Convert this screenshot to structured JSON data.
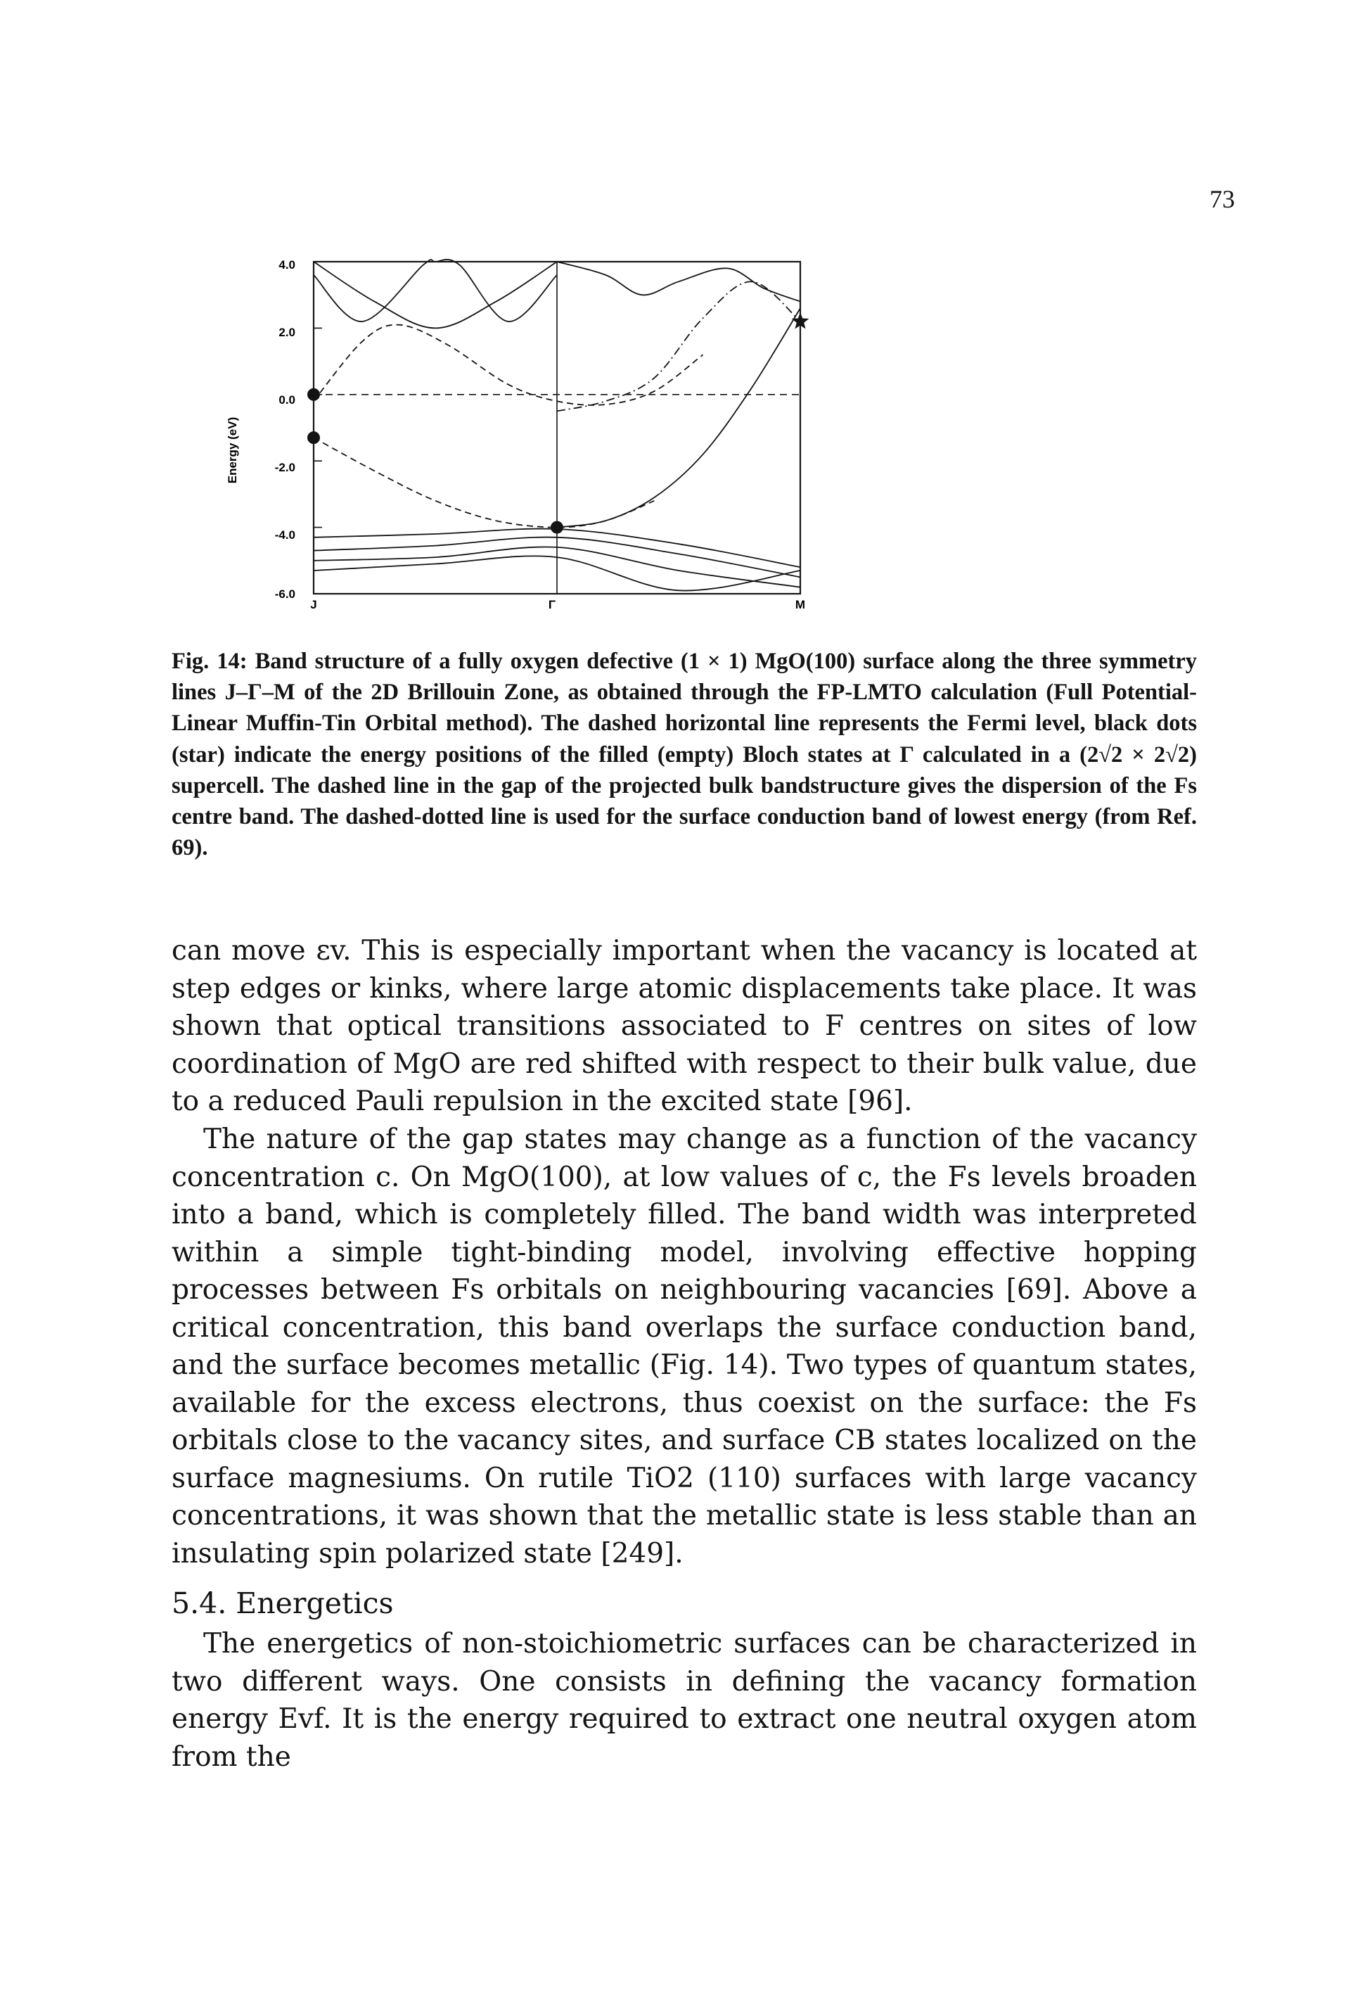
{
  "page_number": "73",
  "figure": {
    "ylabel": "Energy (eV)",
    "y_ticks": [
      "4.0",
      "2.0",
      "0.0",
      "-2.0",
      "-4.0",
      "-6.0"
    ],
    "x_ticks": [
      "J",
      "Γ",
      "M"
    ]
  },
  "chart_data": {
    "type": "line",
    "ylabel": "Energy (eV)",
    "ylim": [
      -6.0,
      4.0
    ],
    "x_ticks": [
      "J",
      "Γ",
      "M"
    ],
    "y_ticks": [
      4.0,
      2.0,
      0.0,
      -2.0,
      -4.0,
      -6.0
    ],
    "fermi_level": 0.0,
    "series": [
      {
        "style": "solid",
        "x": [
          0.0,
          0.2,
          0.45,
          0.5,
          0.6,
          0.8,
          1.0
        ],
        "y": [
          3.6,
          2.2,
          3.9,
          4.0,
          3.9,
          2.2,
          3.6
        ]
      },
      {
        "style": "solid",
        "x": [
          0.0,
          0.25,
          0.5,
          0.75,
          1.0
        ],
        "y": [
          4.0,
          2.8,
          2.0,
          2.8,
          4.0
        ]
      },
      {
        "style": "solid",
        "x": [
          1.0,
          1.2,
          1.35,
          1.5,
          1.7,
          1.85,
          2.0
        ],
        "y": [
          4.0,
          3.6,
          3.0,
          3.4,
          3.8,
          3.2,
          2.8
        ]
      },
      {
        "style": "solid",
        "x": [
          1.0,
          1.2,
          1.4,
          1.6,
          1.8,
          2.0
        ],
        "y": [
          -4.0,
          -3.8,
          -3.1,
          -1.8,
          0.2,
          2.6
        ]
      },
      {
        "style": "solid",
        "x": [
          0.0,
          0.5,
          1.0,
          1.5,
          2.0
        ],
        "y": [
          -4.3,
          -4.2,
          -4.05,
          -4.5,
          -5.2
        ]
      },
      {
        "style": "solid",
        "x": [
          0.0,
          0.5,
          1.0,
          1.5,
          2.0
        ],
        "y": [
          -4.7,
          -4.55,
          -4.3,
          -4.8,
          -5.5
        ]
      },
      {
        "style": "solid",
        "x": [
          0.0,
          0.5,
          1.0,
          1.5,
          2.0
        ],
        "y": [
          -5.0,
          -4.9,
          -4.6,
          -5.3,
          -5.8
        ]
      },
      {
        "style": "solid",
        "x": [
          0.0,
          0.5,
          1.0,
          1.5,
          2.0
        ],
        "y": [
          -5.3,
          -5.1,
          -4.9,
          -5.9,
          -5.3
        ]
      },
      {
        "style": "dashed",
        "x": [
          0.0,
          0.2,
          0.35,
          0.55,
          0.8,
          1.0,
          1.2,
          1.4,
          1.6
        ],
        "y": [
          -0.2,
          1.6,
          2.1,
          1.5,
          0.3,
          -0.2,
          -0.3,
          0.1,
          1.2
        ]
      },
      {
        "style": "dashed",
        "x": [
          0.0,
          0.25,
          0.5,
          0.75,
          1.0,
          1.2,
          1.4
        ],
        "y": [
          -1.3,
          -2.3,
          -3.2,
          -3.8,
          -4.0,
          -3.8,
          -3.2
        ]
      },
      {
        "style": "dash-dot",
        "x": [
          1.0,
          1.2,
          1.4,
          1.6,
          1.8,
          2.0
        ],
        "y": [
          -0.5,
          -0.2,
          0.5,
          2.3,
          3.4,
          2.2
        ]
      }
    ],
    "markers": [
      {
        "type": "dot",
        "x": 0.0,
        "y": 0.0
      },
      {
        "type": "dot",
        "x": 0.0,
        "y": -1.3
      },
      {
        "type": "dot",
        "x": 1.0,
        "y": -4.0
      },
      {
        "type": "star",
        "x": 2.0,
        "y": 2.2
      }
    ]
  },
  "caption": "Fig. 14: Band structure of a fully oxygen defective (1 × 1) MgO(100) surface along the three symmetry lines J–Γ–M of the 2D Brillouin Zone, as obtained through the FP-LMTO calculation (Full Potential- Linear Muffin-Tin Orbital method). The dashed horizontal line represents the Fermi level, black dots (star) indicate the energy positions of the filled (empty) Bloch states at Γ calculated in a (2√2 × 2√2) supercell. The dashed line in the gap of the projected bulk bandstructure gives the dispersion of the Fs centre band. The dashed-dotted line is used for the surface conduction band of lowest energy (from Ref. 69).",
  "paragraph_1": "can move εv. This is especially important when the vacancy is located at step edges or kinks, where large atomic displacements take place. It was shown that optical transitions associated to F centres on sites of low coordination of MgO are red shifted with respect to their bulk value, due to a reduced Pauli repulsion in the excited state [96].",
  "paragraph_2": "The nature of the gap states may change as a function of the vacancy concentration c. On MgO(100), at low values of c, the Fs levels broaden into a band, which is completely filled. The band width was interpreted within a simple tight-binding model, involving effective hopping processes between Fs orbitals on neighbouring vacancies [69]. Above a critical concentration, this band overlaps the surface conduction band, and the surface becomes metallic (Fig. 14). Two types of quantum states, available for the excess electrons, thus coexist on the surface: the Fs orbitals close to the vacancy sites, and surface CB states localized on the surface magnesiums. On rutile TiO2 (110) surfaces with large vacancy concentrations, it was shown that the metallic state is less stable than an insulating spin polarized state [249].",
  "section_heading": "5.4. Energetics",
  "paragraph_3": "The energetics of non-stoichiometric surfaces can be characterized in two different ways. One consists in defining the vacancy formation energy Evf. It is the energy required to extract one neutral oxygen atom from the"
}
